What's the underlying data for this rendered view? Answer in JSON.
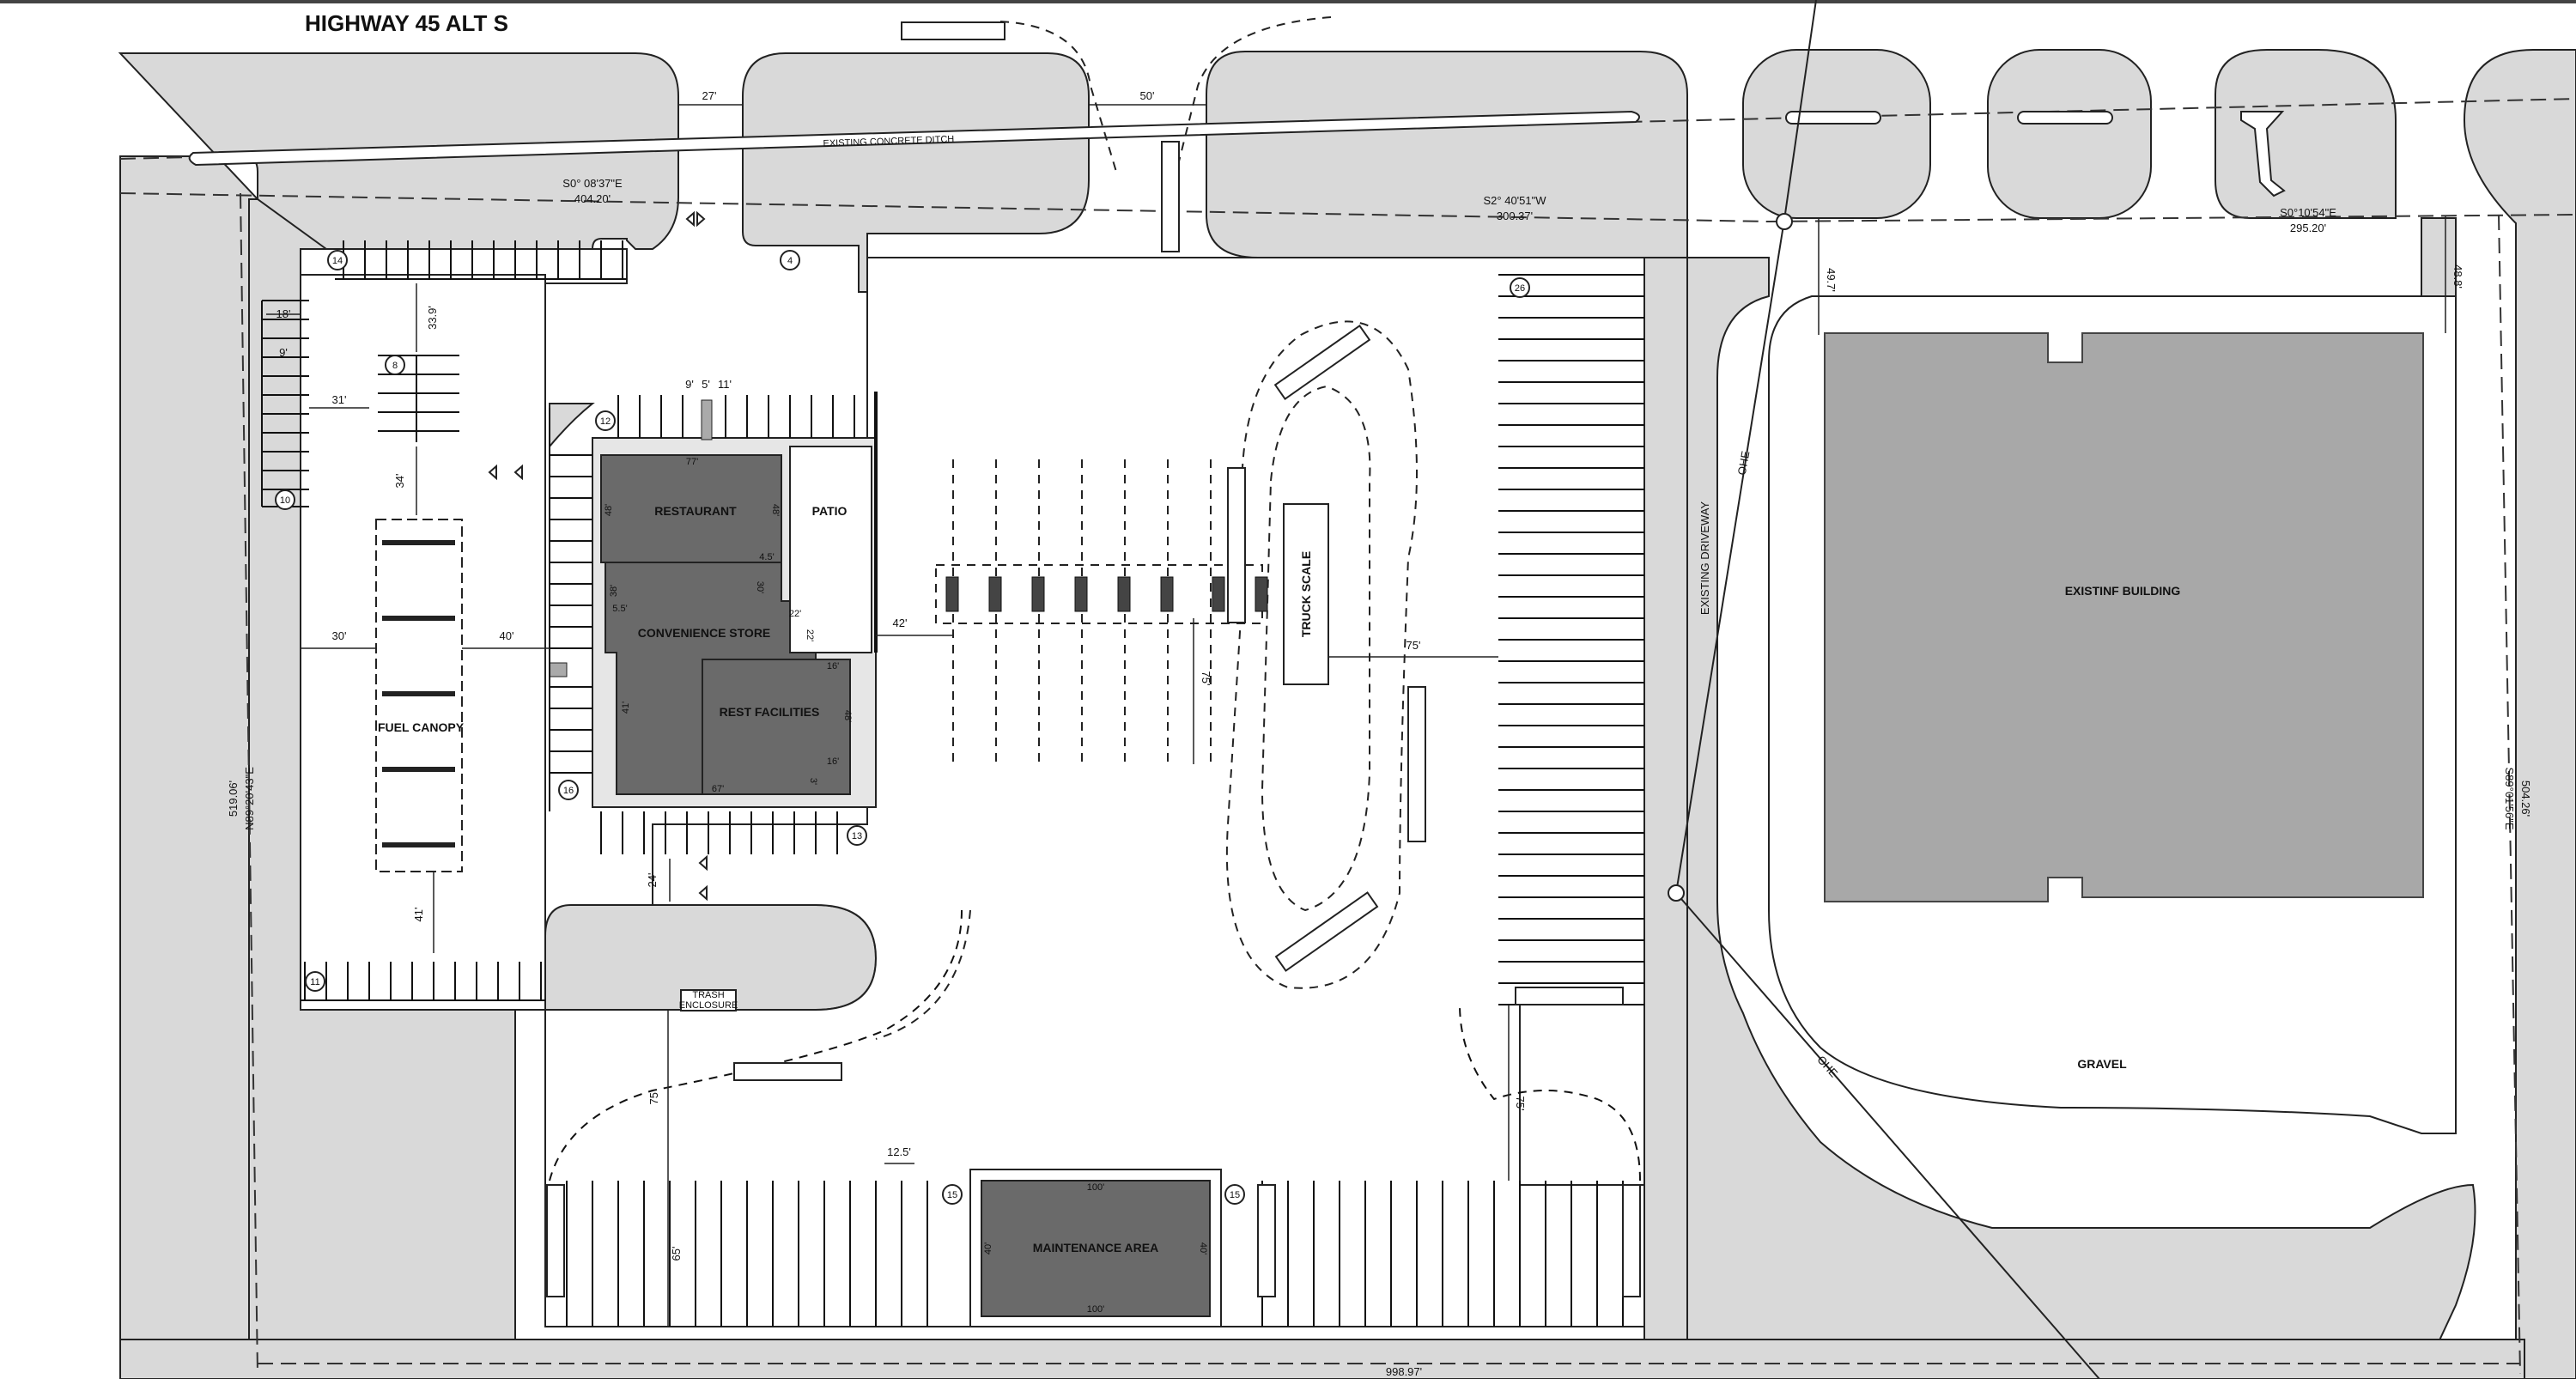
{
  "title": "HIGHWAY 45 ALT S",
  "buildings": {
    "restaurant": "RESTAURANT",
    "patio": "PATIO",
    "convenience_store": "CONVENIENCE STORE",
    "rest_facilities": "REST FACILITIES",
    "fuel_canopy": "FUEL CANOPY",
    "truck_scale": "TRUCK SCALE",
    "maintenance_area": "MAINTENANCE AREA",
    "existing_building": "EXISTINF BUILDING",
    "trash_enclosure_1": "TRASH",
    "trash_enclosure_2": "ENCLOSURE",
    "gravel": "GRAVEL",
    "existing_driveway": "EXISTING DRIVEWAY",
    "existing_ditch": "EXISTING CONCRETE DITCH"
  },
  "bearings": {
    "west_top_1": "S0° 08'37\"E",
    "west_top_2": "404.20'",
    "mid_top_1": "S2° 40'51\"W",
    "mid_top_2": "300.37'",
    "east_top_1": "S0°10'54\"E",
    "east_top_2": "295.20'",
    "left_side_1": "N89°20'43\"E",
    "left_side_2": "519.06'",
    "right_side_1": "S89°01'56\"E",
    "right_side_2": "504.26'",
    "bottom": "998.97'"
  },
  "dimensions": {
    "d27": "27'",
    "d50": "50'",
    "d18": "18'",
    "d9": "9'",
    "d31": "31'",
    "d33_9": "33.9'",
    "d34": "34'",
    "d30": "30'",
    "d40": "40'",
    "d42": "42'",
    "d24": "24'",
    "d41": "41'",
    "d75_a": "75'",
    "d75_b": "75'",
    "d75_c": "75'",
    "d75_d": "75'",
    "d65": "65'",
    "d12_5": "12.5'",
    "d49_7": "49.7'",
    "d48_8": "48.8'",
    "d9_top": "9'",
    "d5_top": "5'",
    "d11_top": "11'",
    "d100_a": "100'",
    "d100_b": "100'",
    "d40_m1": "40'",
    "d40_m2": "40'",
    "d77": "77'",
    "d48_a": "48'",
    "d48_b": "48'",
    "d38": "38'",
    "d30_b": "30'",
    "d4_5": "4.5'",
    "d22_a": "22'",
    "d22_b": "22'",
    "d16": "16'",
    "d5_5": "5.5'",
    "d41_b": "41'",
    "d67": "67'",
    "d48_c": "48'",
    "d16_b": "16'",
    "d3": "3'"
  },
  "stall_counts": {
    "c14": "14",
    "c4": "4",
    "c26": "26",
    "c8": "8",
    "c12": "12",
    "c10": "10",
    "c16": "16",
    "c13": "13",
    "c11": "11",
    "c15_a": "15",
    "c15_b": "15"
  },
  "utility": {
    "ohe_1": "OHE",
    "ohe_2": "OHE"
  },
  "colors": {
    "pavement": "#d9d9d9",
    "building": "#6a6a6a",
    "existing_bldg": "#a8a8a8",
    "line": "#111111"
  }
}
